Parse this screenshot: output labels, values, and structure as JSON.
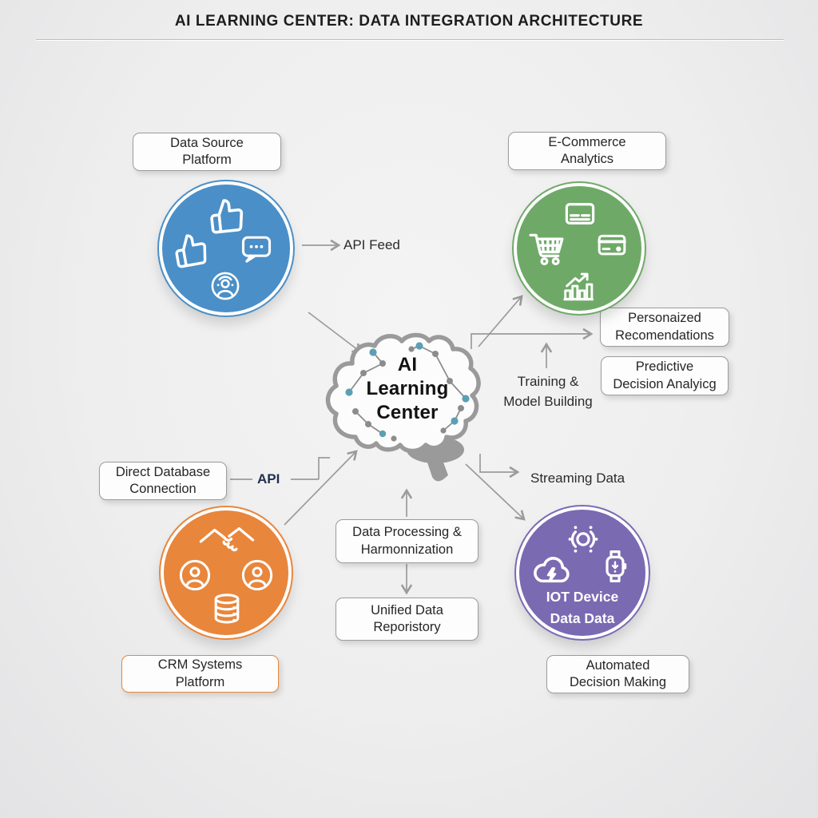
{
  "title": "AI LEARNING CENTER: DATA INTEGRATION ARCHITECTURE",
  "colors": {
    "blue": "#4A8FC7",
    "green": "#6FA968",
    "orange": "#E8863C",
    "purple": "#7A6AB2",
    "arrow": "#9B9B9B",
    "node-teal": "#5B9FB5",
    "node-gray": "#8C8C8C",
    "brain-outline": "#9A9A9A",
    "box-border": "#9C9C9C"
  },
  "center": {
    "line1": "AI",
    "line2": "Learning",
    "line3": "Center"
  },
  "boxes": {
    "data_source": "Data Source\nPlatform",
    "ecommerce": "E-Commerce\nAnalytics",
    "personalized": "Personaized\nRecomendations",
    "predictive": "Predictive\nDecision Analyicg",
    "direct_db": "Direct Database\nConnection",
    "crm": "CRM Systems\nPlatform",
    "processing": "Data Processing &\nHarmonnization",
    "unified": "Unified Data\nReporistory",
    "automated": "Automated\nDecision Making"
  },
  "labels": {
    "api_feed": "API Feed",
    "api": "API",
    "training": "Training &\nModel Building",
    "streaming": "Streaming Data",
    "iot": "IOT Device\nData Data"
  }
}
